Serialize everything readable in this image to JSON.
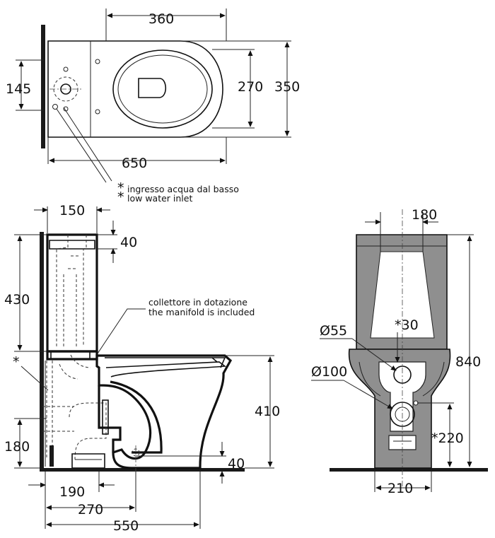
{
  "top_view": {
    "width": "360",
    "bowl_opening": "270",
    "depth": "350",
    "tank_offset": "145",
    "length": "650"
  },
  "inlet_note": {
    "marker_1": "*",
    "marker_2": "*",
    "italian": "ingresso acqua dal basso",
    "english": "low water inlet"
  },
  "side_view": {
    "tank_width": "150",
    "tank_top_offset": "40",
    "tank_height": "430",
    "manifold_it": "collettore in dotazione",
    "manifold_en": "the manifold is included",
    "inlet_marker": "*",
    "rim_height": "410",
    "waste_height": "180",
    "floor_outlet": "40",
    "outlet_distance": "190",
    "pan_width": "270",
    "total_depth": "550"
  },
  "front_view": {
    "tank_inner_width": "180",
    "inlet_diameter": "Ø55",
    "inlet_offset": "*30",
    "outlet_diameter": "Ø100",
    "total_height": "840",
    "inlet_height": "*220",
    "base_width": "210"
  }
}
